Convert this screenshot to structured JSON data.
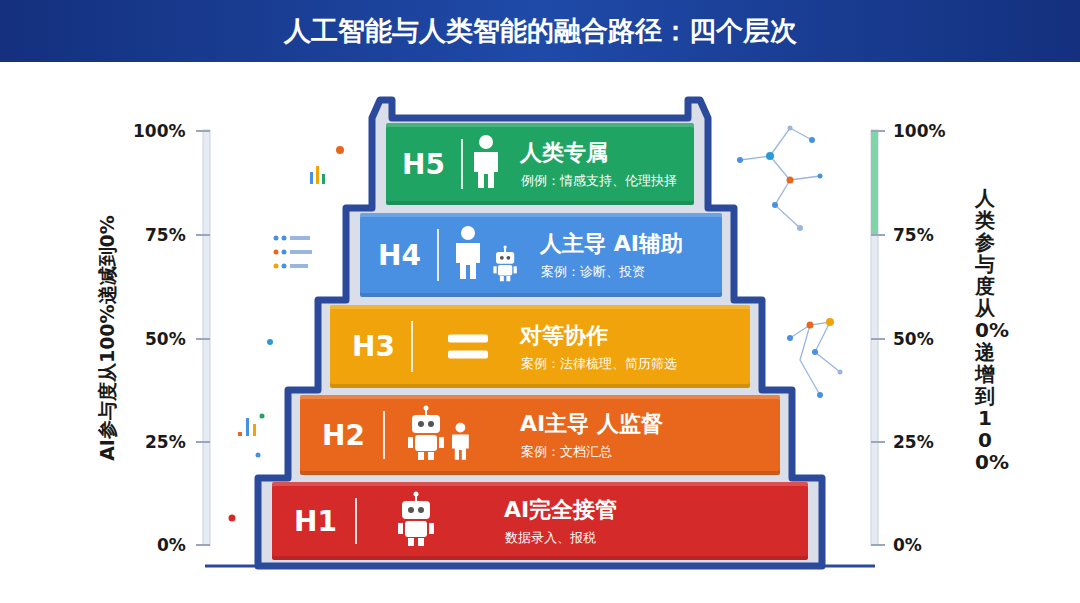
{
  "diagram": {
    "title": "人工智能与人类智能的融合路径：四个层次",
    "nodes": [
      {
        "text": [
          "H5",
          "人类专属",
          "例例：情感支持、伦理抉择"
        ]
      },
      {
        "text": [
          "H4",
          "人主导 AI辅助",
          "案例：诊断、投资"
        ]
      },
      {
        "text": [
          "H3",
          "对等协作",
          "案例：法律梳理、简历筛选"
        ]
      },
      {
        "text": [
          "H2",
          "AI主导 人监督",
          "案例：文档汇总"
        ]
      },
      {
        "text": [
          "H1",
          "AI完全接管",
          "数据录入、报税"
        ]
      }
    ],
    "labels": [
      "AI参与度从100%递减到0%",
      "100%",
      "75%",
      "50%",
      "25%",
      "0%",
      "100%",
      "75%",
      "50%",
      "25%",
      "0%",
      "人类参与度从0%递增到100%"
    ]
  }
}
